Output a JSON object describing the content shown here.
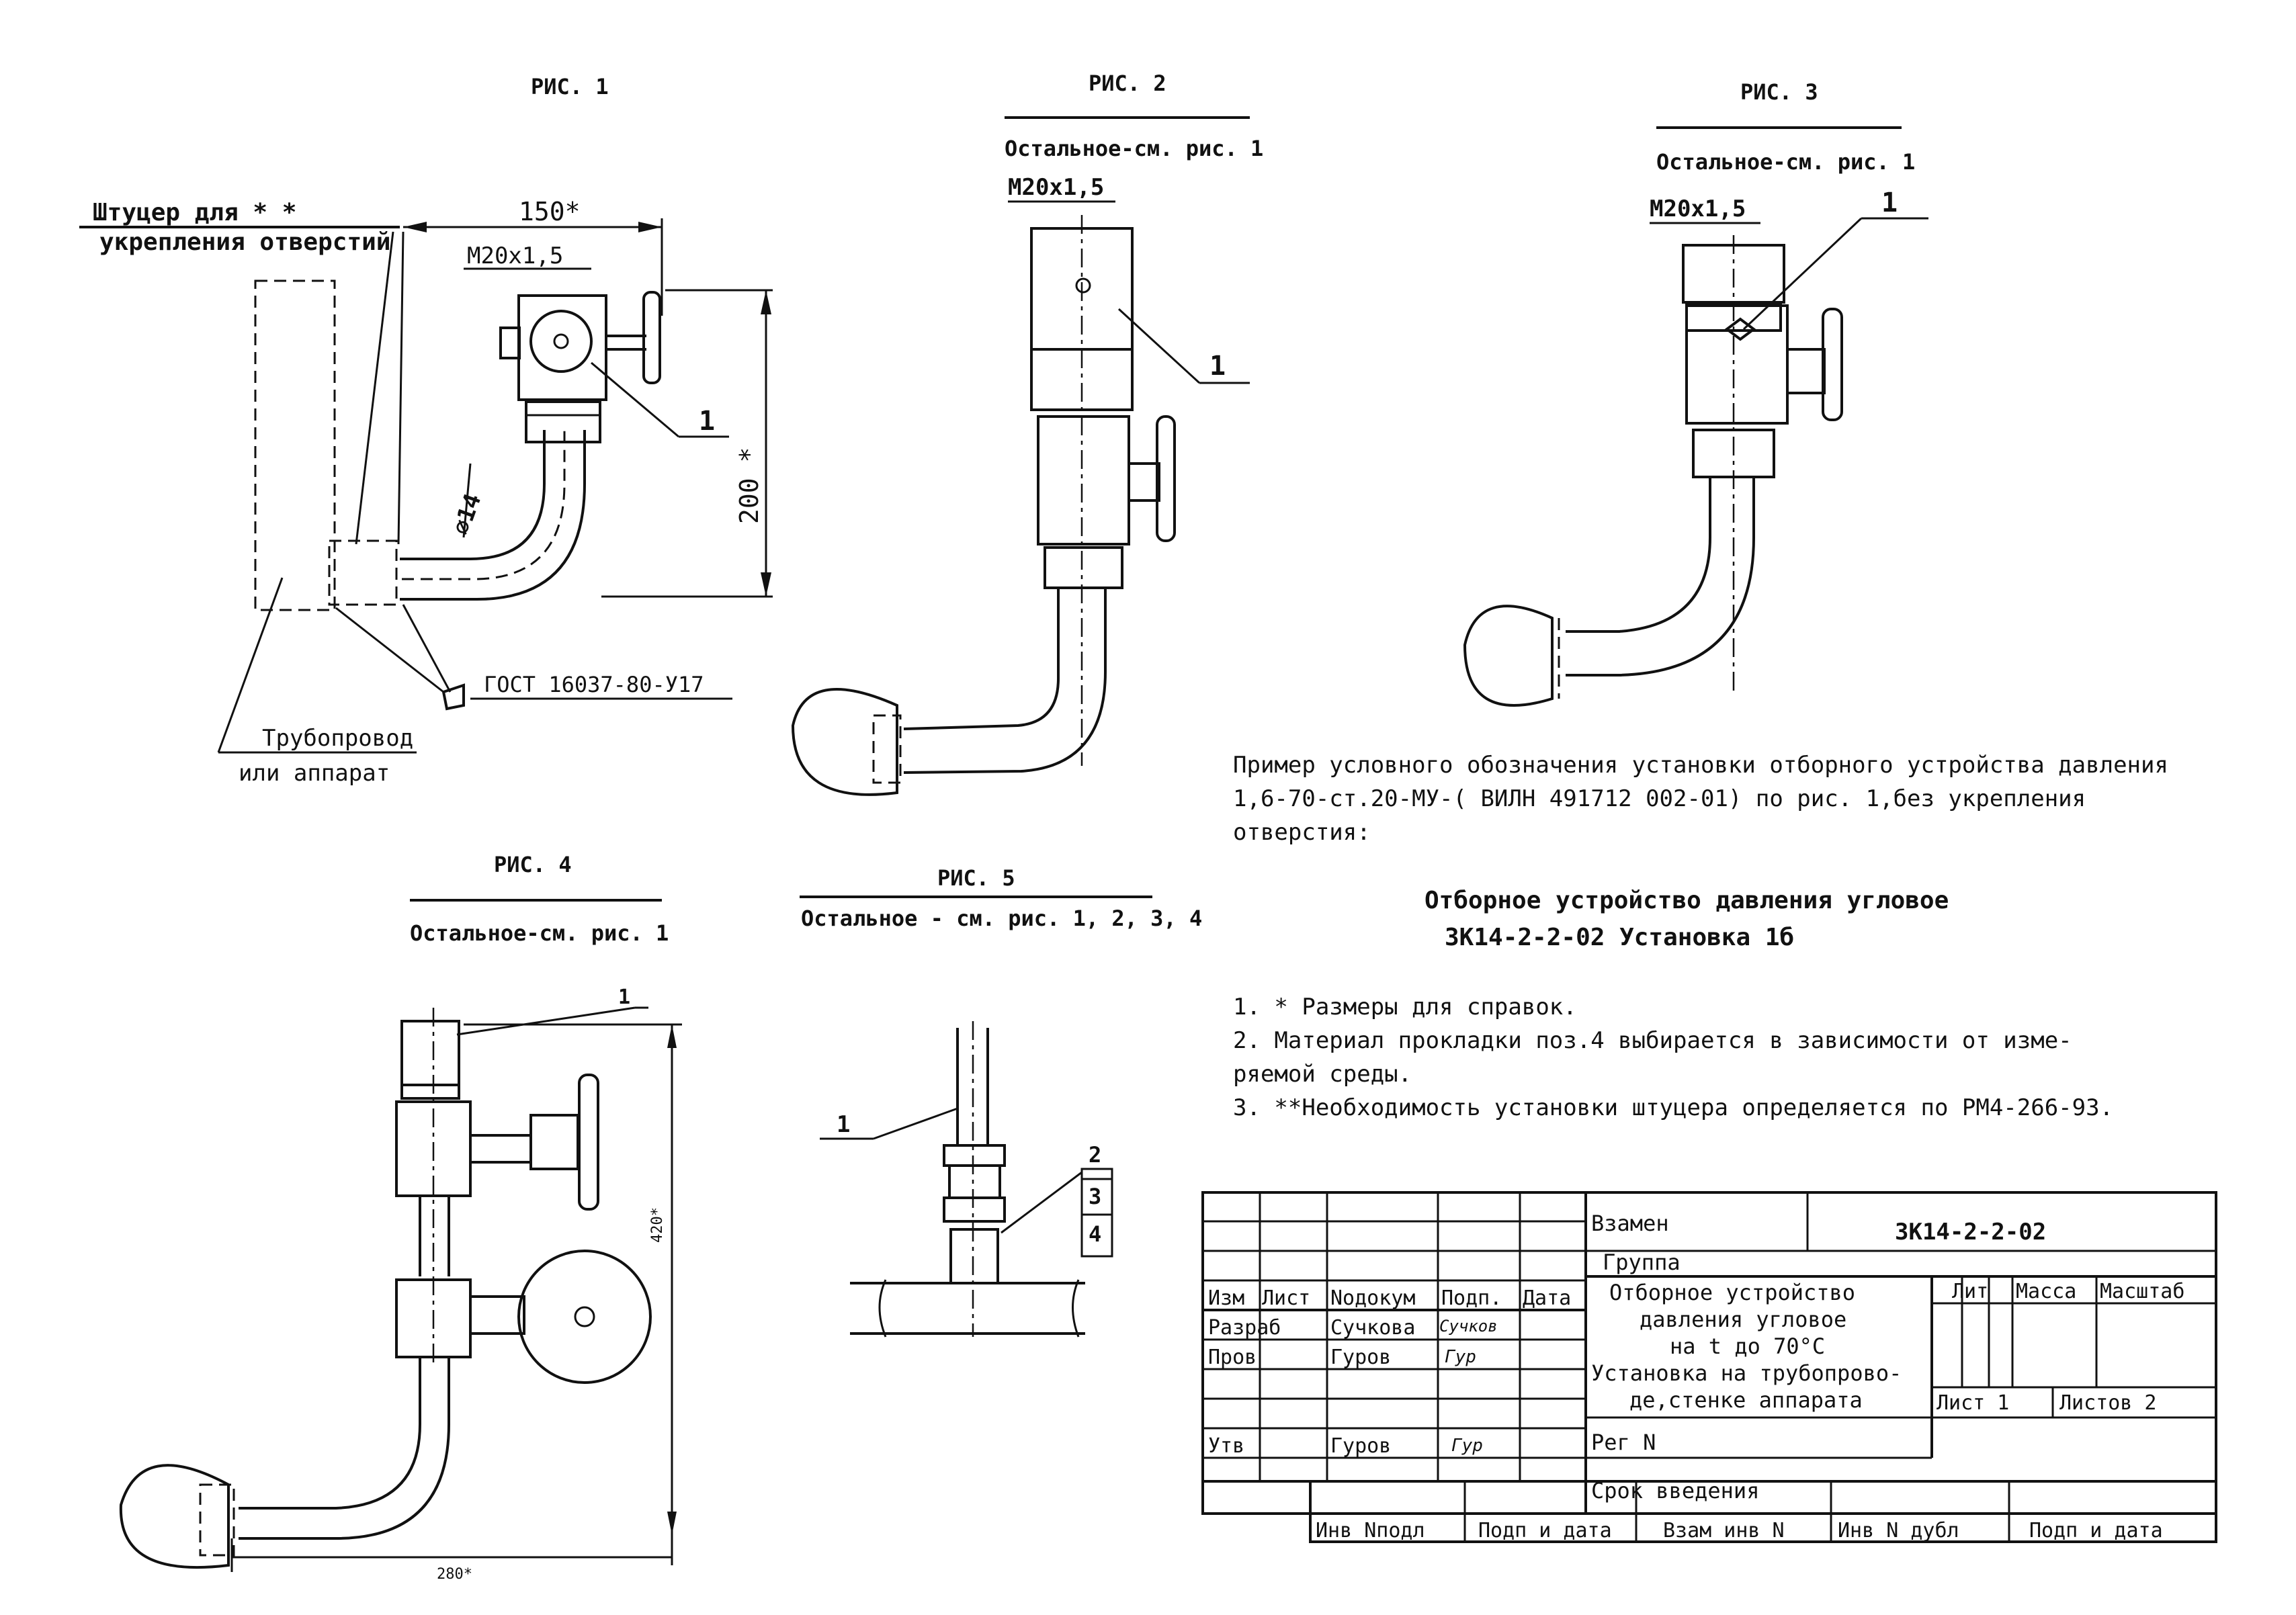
{
  "figures": {
    "fig1": {
      "title": "РИС. 1",
      "fitting_label_1": "Штуцер для * *",
      "fitting_label_2": "укрепления отверстий",
      "dim_width": "150*",
      "thread": "M20x1,5",
      "diameter": "⌀14",
      "dim_height": "200 *",
      "callout": "1",
      "gost": "ГОСТ 16037-80-У17",
      "pipe_label_1": "Трубопровод",
      "pipe_label_2": "или аппарат"
    },
    "fig2": {
      "title": "РИС. 2",
      "note": "Остальное-см. рис. 1",
      "thread": "M20x1,5",
      "callout": "1"
    },
    "fig3": {
      "title": "РИС. 3",
      "note": "Остальное-см. рис. 1",
      "thread": "M20x1,5",
      "callout": "1"
    },
    "fig4": {
      "title": "РИС. 4",
      "note": "Остальное-см. рис. 1",
      "callout": "1",
      "dim_height": "420*",
      "dim_width": "280*"
    },
    "fig5": {
      "title": "РИС. 5",
      "note": "Остальное - см. рис. 1, 2, 3, 4",
      "callouts": [
        "1",
        "2",
        "3",
        "4"
      ]
    }
  },
  "example": {
    "line1": "Пример условного обозначения установки отборного устройства давления",
    "line2": "1,6-70-ст.20-МУ-( ВИЛН 491712 002-01) по рис. 1,без укрепления",
    "line3": "отверстия:",
    "designation_1": "Отборное устройство давления угловое",
    "designation_2": "ЗК14-2-2-02   Установка 1б"
  },
  "notes": [
    "1. * Размеры для справок.",
    "2.   Материал прокладки поз.4 выбирается в зависимости от изме-",
    "ряемой среды.",
    "3. **Необходимость установки штуцера определяется по РМ4-266-93."
  ],
  "title_block": {
    "zamen": "Взамен",
    "gruppa": "Группа",
    "doc_code": "ЗК14-2-2-02",
    "name_1": "Отборное устройство",
    "name_2": "давления угловое",
    "name_3": "на t до 70°C",
    "name_4": "Установка на трубопрово-",
    "name_5": "де,стенке аппарата",
    "lit": "Лит",
    "massa": "Масса",
    "masshtab": "Масштаб",
    "list": "Лист 1",
    "listov": "Листов 2",
    "reg": "Рег N",
    "srok": "Срок введения",
    "headers": [
      "Изм",
      "Лист",
      "Nодокум",
      "Подп.",
      "Дата"
    ],
    "rows": [
      {
        "role": "Разраб",
        "name": "Сучкова",
        "sign": "Сучков"
      },
      {
        "role": "Пров",
        "name": "Гуров",
        "sign": "Гур"
      },
      {
        "role": "Утв",
        "name": "Гуров",
        "sign": "Гур"
      }
    ],
    "bottom": [
      "Инв Nподл",
      "Подп и дата",
      "Взам инв N",
      "Инв N дубл",
      "Подп и дата"
    ]
  }
}
